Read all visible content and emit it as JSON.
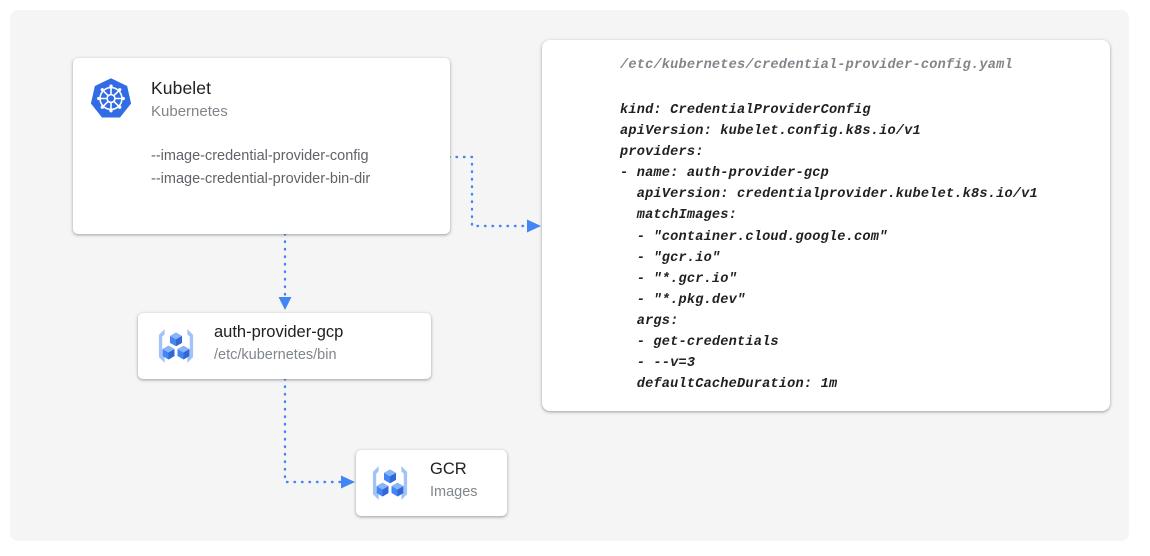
{
  "theme": {
    "page_background": "#ffffff",
    "panel_background": "#f5f5f5",
    "card_background": "#ffffff",
    "accent_blue": "#4285f4",
    "kubernetes_blue": "#326ce5",
    "icon_light_blue": "#a3c2f5",
    "text_primary": "#202124",
    "text_secondary": "#80868b",
    "text_flag": "#5f6368",
    "connector_color": "#4285f4"
  },
  "kubelet_card": {
    "icon": "kubernetes-helm-icon",
    "title": "Kubelet",
    "subtitle": "Kubernetes",
    "flags": [
      "--image-credential-provider-config",
      "--image-credential-provider-bin-dir"
    ]
  },
  "code_card": {
    "path_label": "/etc/kubernetes/credential-provider-config.yaml",
    "lines": [
      "kind: CredentialProviderConfig",
      "apiVersion: kubelet.config.k8s.io/v1",
      "providers:",
      "- name: auth-provider-gcp",
      "  apiVersion: credentialprovider.kubelet.k8s.io/v1",
      "  matchImages:",
      "  - \"container.cloud.google.com\"",
      "  - \"gcr.io\"",
      "  - \"*.gcr.io\"",
      "  - \"*.pkg.dev\"",
      "  args:",
      "  - get-credentials",
      "  - --v=3",
      "  defaultCacheDuration: 1m"
    ]
  },
  "auth_provider_card": {
    "icon": "container-registry-icon",
    "title": "auth-provider-gcp",
    "subtitle": "/etc/kubernetes/bin"
  },
  "gcr_card": {
    "icon": "container-registry-icon",
    "title": "GCR",
    "subtitle": "Images"
  },
  "connectors": [
    {
      "name": "kubelet-config-flag-to-code-card",
      "from": "kubelet-card",
      "to": "code-card",
      "style": "dotted",
      "arrowhead": "right"
    },
    {
      "name": "kubelet-to-auth-provider",
      "from": "kubelet-card",
      "to": "auth-provider-card",
      "style": "dotted",
      "arrowhead": "down"
    },
    {
      "name": "auth-provider-to-gcr",
      "from": "auth-provider-card",
      "to": "gcr-card",
      "style": "dotted",
      "arrowhead": "right"
    }
  ]
}
